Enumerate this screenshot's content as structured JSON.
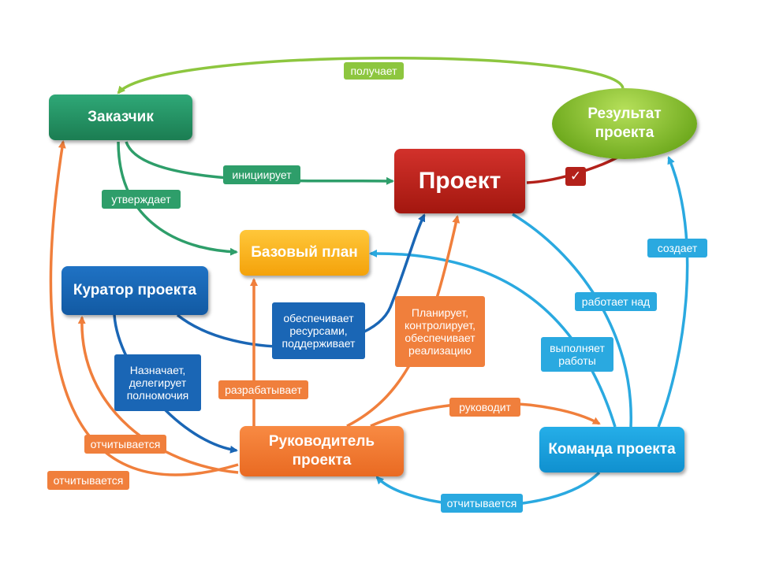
{
  "colors": {
    "light_green": "#8dc63f",
    "dark_green": "#2e9e6a",
    "dark_blue": "#1a66b5",
    "orange": "#f07f3c",
    "cyan": "#2aa9e0",
    "red": "#b3211a",
    "yellow": "#f9b51c"
  },
  "nodes": {
    "customer": "Заказчик",
    "result": "Результат\nпроекта",
    "project": "Проект",
    "baseline": "Базовый план",
    "curator": "Куратор проекта",
    "manager": "Руководитель\nпроекта",
    "team": "Команда проекта"
  },
  "edges": {
    "receives": "получает",
    "initiates": "инициирует",
    "approves": "утверждает",
    "checkmark": "✓",
    "creates": "создает",
    "works_on": "работает над",
    "performs": "выполняет\nработы",
    "provides_resources": "обеспечивает\nресурсами,\nподдерживает",
    "plans": "Планирует,\nконтролирует,\nобеспечивает\nреализацию",
    "assigns": "Назначает,\nделегирует\nполномочия",
    "develops": "разрабатывает",
    "leads": "руководит",
    "reports_manager_curator": "отчитывается",
    "reports_manager_customer": "отчитывается",
    "reports_team_manager": "отчитывается"
  }
}
